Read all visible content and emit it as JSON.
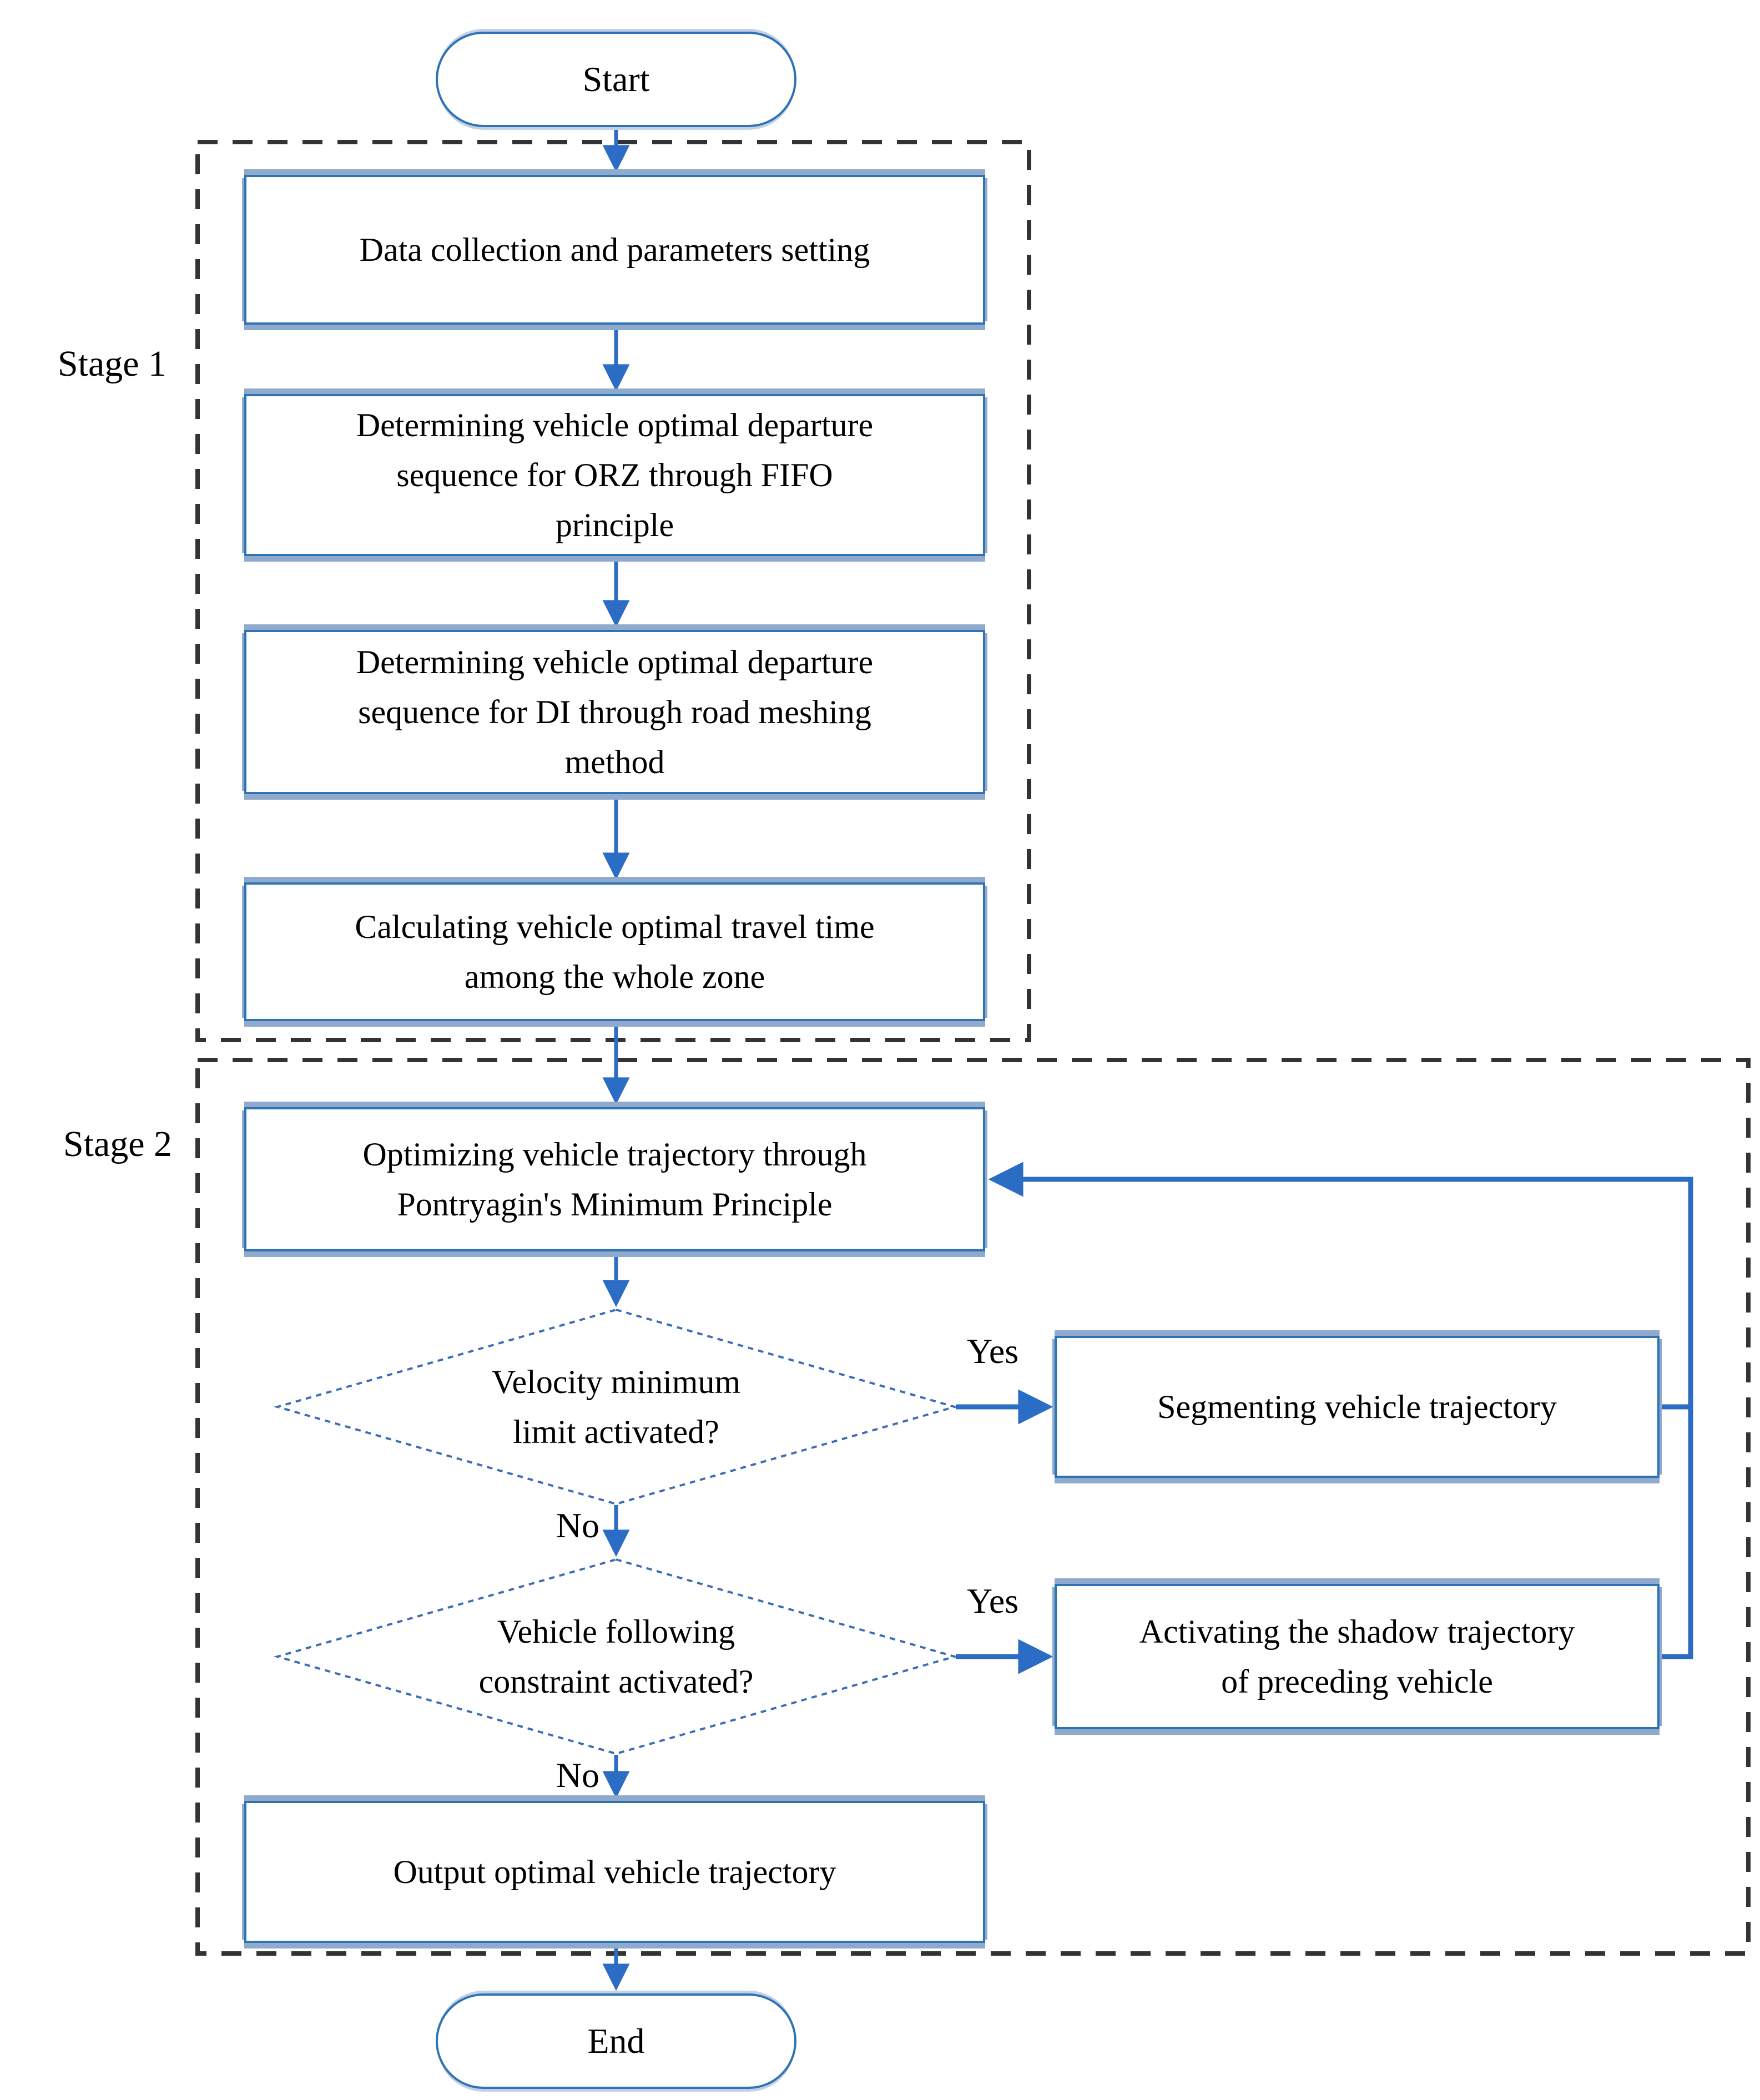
{
  "colors": {
    "node_border": "#2E74B5",
    "node_shadow": "#8FAACC",
    "arrow": "#2B6CC4",
    "stage_border": "#333333",
    "text": "#000000",
    "background": "#FFFFFF"
  },
  "stages": {
    "stage1_label": "Stage 1",
    "stage2_label": "Stage 2"
  },
  "nodes": {
    "start": "Start",
    "box1": "Data collection and parameters setting",
    "box2": "Determining vehicle optimal departure\nsequence for ORZ through FIFO\nprinciple",
    "box3": "Determining vehicle optimal departure\nsequence for DI through road meshing\nmethod",
    "box4": "Calculating vehicle optimal travel time\namong the whole zone",
    "optimize": "Optimizing vehicle trajectory through\nPontryagin's Minimum Principle",
    "decision_velocity": "Velocity minimum\nlimit activated?",
    "segment": "Segmenting vehicle trajectory",
    "decision_following": "Vehicle following\nconstraint  activated?",
    "shadow_trajectory": "Activating the shadow trajectory\nof preceding vehicle",
    "output": "Output optimal vehicle trajectory",
    "end": "End"
  },
  "edge_labels": {
    "yes_velocity": "Yes",
    "no_velocity": "No",
    "yes_following": "Yes",
    "no_following": "No"
  }
}
